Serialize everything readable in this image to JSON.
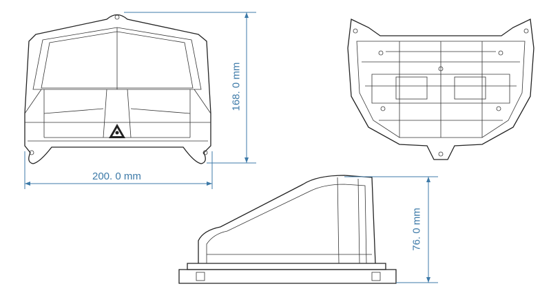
{
  "dimensions": {
    "height": "168. 0 mm",
    "width": "200. 0 mm",
    "depth": "76. 0 mm"
  },
  "colors": {
    "dimension": "#3d7aa8",
    "line": "#222222"
  }
}
